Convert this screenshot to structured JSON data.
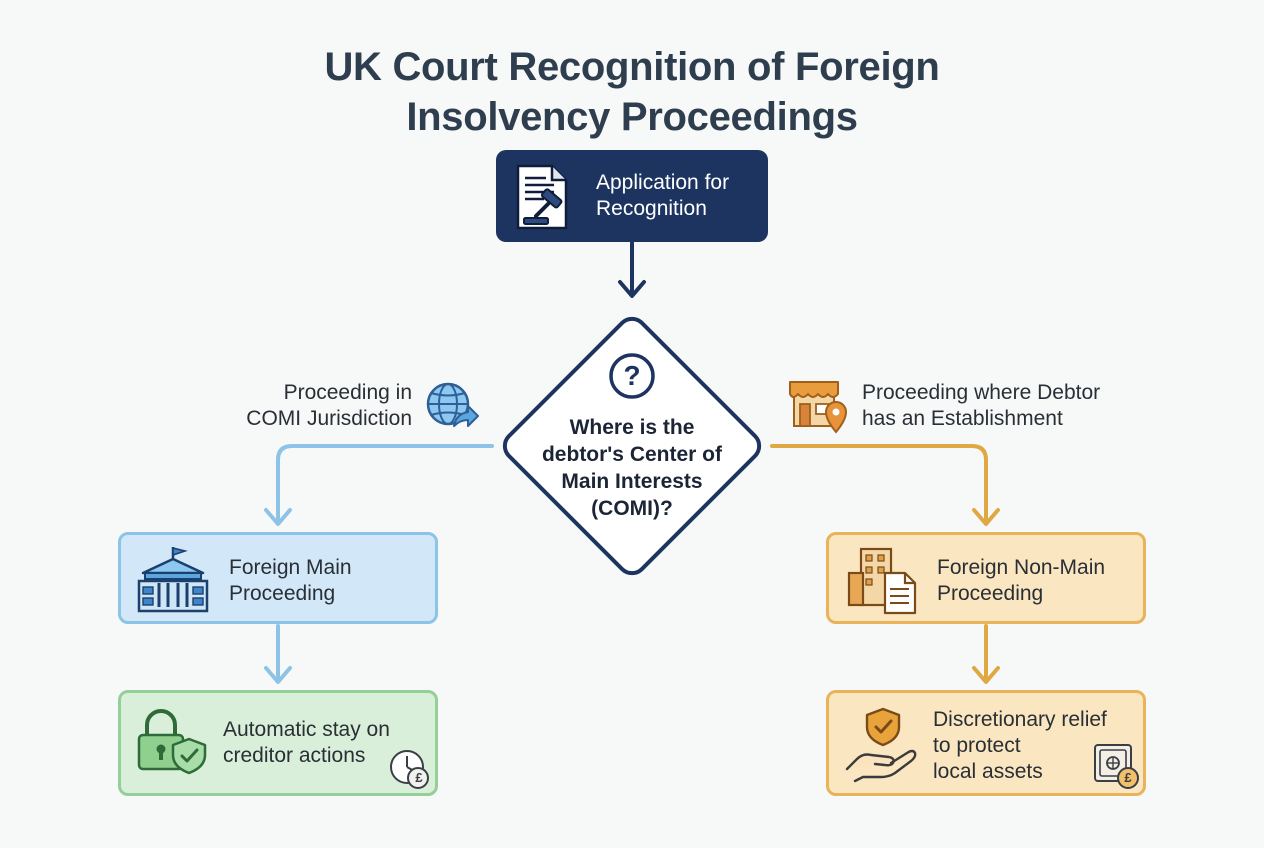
{
  "title": {
    "line1": "UK Court Recognition of Foreign",
    "line2": "Insolvency Proceedings"
  },
  "start": {
    "line1": "Application for",
    "line2": "Recognition",
    "icon": "document-gavel-icon"
  },
  "decision": {
    "symbol": "?",
    "line1": "Where is the",
    "line2": "debtor's Center of",
    "line3": "Main Interests",
    "line4": "(COMI)?"
  },
  "left_branch": {
    "condition": {
      "line1": "Proceeding in",
      "line2": "COMI Jurisdiction",
      "icon": "globe-arrow-icon"
    },
    "outcome": {
      "line1": "Foreign Main",
      "line2": "Proceeding",
      "icon": "courthouse-icon"
    },
    "effect": {
      "line1": "Automatic stay on",
      "line2": "creditor actions",
      "icon": "lock-shield-icon",
      "badge_icon": "clock-pound-icon",
      "badge_text": "£"
    }
  },
  "right_branch": {
    "condition": {
      "line1": "Proceeding where Debtor",
      "line2": "has an Establishment",
      "icon": "storefront-pin-icon"
    },
    "outcome": {
      "line1": "Foreign Non-Main",
      "line2": "Proceeding",
      "icon": "building-document-icon"
    },
    "effect": {
      "line1": "Discretionary relief",
      "line2": "to protect",
      "line3": "local assets",
      "icon": "hand-shield-icon",
      "badge_icon": "safe-pound-icon",
      "badge_text": "£"
    }
  },
  "colors": {
    "navy": "#1e3460",
    "blue": "#8cc3e6",
    "green": "#95cf98",
    "orange": "#e8b35a",
    "title": "#2f3e4e"
  }
}
